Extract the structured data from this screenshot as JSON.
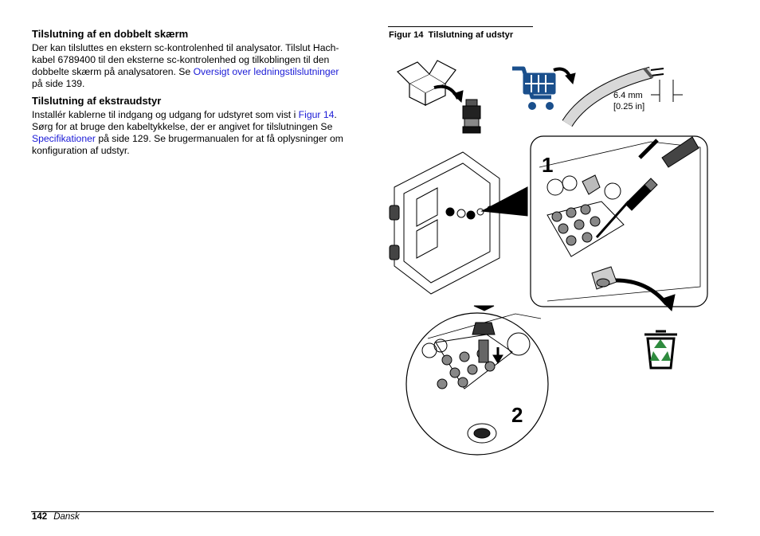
{
  "section1": {
    "heading": "Tilslutning af en dobbelt skærm",
    "line1": "Der kan tilsluttes en ekstern sc-kontrolenhed til analysator. Tilslut Hach-",
    "line2": "kabel 6789400 til den eksterne sc-kontrolenhed og tilkoblingen til den",
    "line3_prefix": "dobbelte skærm på analysatoren. Se ",
    "line3_link": "Oversigt over ledningstilslutninger",
    "line4": "på side 139."
  },
  "section2": {
    "heading": "Tilslutning af ekstraudstyr",
    "line1_prefix": "Installér kablerne til indgang og udgang for udstyret som vist i ",
    "line1_link": "Figur 14",
    "line1_suffix": ".",
    "line2": "Sørg for at bruge den kabeltykkelse, der er angivet for tilslutningen Se",
    "line3_link": "Specifikationer",
    "line3_suffix": " på side 129. Se brugermanualen for at få oplysninger om",
    "line4": "konfiguration af udstyr."
  },
  "figure": {
    "number": "Figur 14",
    "title": "Tilslutning af udstyr",
    "step1": "1",
    "step2": "2",
    "dim_mm": "6.4 mm",
    "dim_in": "[0.25 in]",
    "colors": {
      "cart": "#1a4f8c",
      "recycle": "#2e8b3e"
    },
    "icons": [
      "box-icon",
      "cable-gland-icon",
      "shopping-cart-icon",
      "cable-icon",
      "screwdriver-icon",
      "hammer-icon",
      "trash-can-icon",
      "recycle-icon"
    ]
  },
  "footer": {
    "page": "142",
    "language": "Dansk"
  }
}
